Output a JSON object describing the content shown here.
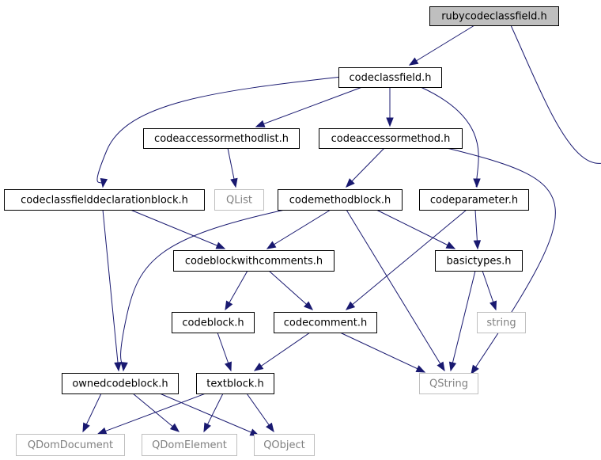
{
  "colors": {
    "edge": "#191970",
    "root_fill": "#bfbfbf",
    "root_stroke": "#000000",
    "node_fill": "#ffffff",
    "node_stroke": "#000000",
    "external_stroke": "#bfbfbf",
    "external_text": "#808080",
    "text": "#000000"
  },
  "nodes": {
    "rubycodeclassfield": "rubycodeclassfield.h",
    "codeclassfield": "codeclassfield.h",
    "codeaccessormethodlist": "codeaccessormethodlist.h",
    "codeaccessormethod": "codeaccessormethod.h",
    "codeclassfielddeclarationblock": "codeclassfielddeclarationblock.h",
    "qlist": "QList",
    "codemethodblock": "codemethodblock.h",
    "codeparameter": "codeparameter.h",
    "codeblockwithcomments": "codeblockwithcomments.h",
    "basictypes": "basictypes.h",
    "codeblock": "codeblock.h",
    "codecomment": "codecomment.h",
    "string": "string",
    "ownedcodeblock": "ownedcodeblock.h",
    "textblock": "textblock.h",
    "qstring": "QString",
    "qdomdocument": "QDomDocument",
    "qdomelement": "QDomElement",
    "qobject": "QObject"
  },
  "edges": [
    [
      "rubycodeclassfield",
      "codeclassfield"
    ],
    [
      "rubycodeclassfield",
      "qstring"
    ],
    [
      "codeclassfield",
      "codeaccessormethodlist"
    ],
    [
      "codeclassfield",
      "codeaccessormethod"
    ],
    [
      "codeclassfield",
      "codeclassfielddeclarationblock"
    ],
    [
      "codeclassfield",
      "codeparameter"
    ],
    [
      "codeaccessormethodlist",
      "qlist"
    ],
    [
      "codeaccessormethod",
      "codemethodblock"
    ],
    [
      "codeaccessormethod",
      "qstring"
    ],
    [
      "codeclassfielddeclarationblock",
      "codeblockwithcomments"
    ],
    [
      "codeclassfielddeclarationblock",
      "ownedcodeblock"
    ],
    [
      "codemethodblock",
      "codeblockwithcomments"
    ],
    [
      "codemethodblock",
      "basictypes"
    ],
    [
      "codemethodblock",
      "ownedcodeblock"
    ],
    [
      "codemethodblock",
      "qstring"
    ],
    [
      "codeparameter",
      "basictypes"
    ],
    [
      "codeparameter",
      "codecomment"
    ],
    [
      "codeblockwithcomments",
      "codeblock"
    ],
    [
      "codeblockwithcomments",
      "codecomment"
    ],
    [
      "basictypes",
      "string"
    ],
    [
      "basictypes",
      "qstring"
    ],
    [
      "codeblock",
      "textblock"
    ],
    [
      "codecomment",
      "textblock"
    ],
    [
      "codecomment",
      "qstring"
    ],
    [
      "ownedcodeblock",
      "qdomdocument"
    ],
    [
      "ownedcodeblock",
      "qdomelement"
    ],
    [
      "ownedcodeblock",
      "qobject"
    ],
    [
      "textblock",
      "qdomdocument"
    ],
    [
      "textblock",
      "qdomelement"
    ],
    [
      "textblock",
      "qobject"
    ]
  ]
}
